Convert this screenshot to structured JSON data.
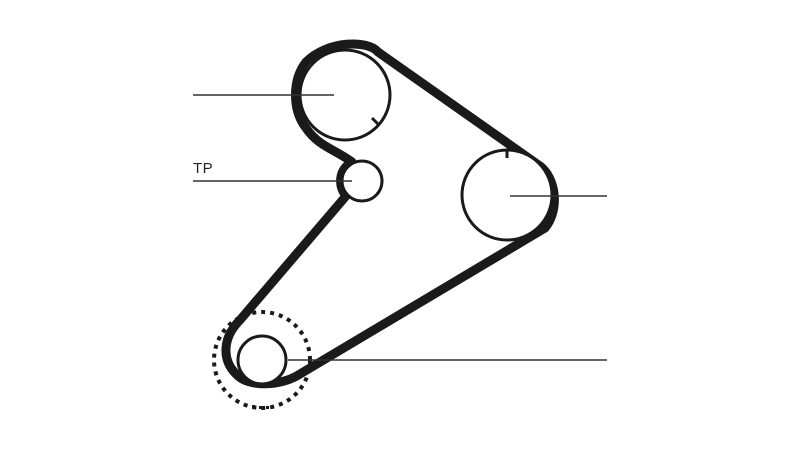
{
  "diagram": {
    "tensioner_label": "TP",
    "colors": {
      "background": "#ffffff",
      "belt": "#1a1a1a",
      "pulley": "#1a1a1a",
      "leader": "#333333"
    },
    "components": [
      "camshaft-pulley",
      "tensioner-pulley",
      "auxiliary-pulley",
      "crankshaft-pulley"
    ]
  }
}
